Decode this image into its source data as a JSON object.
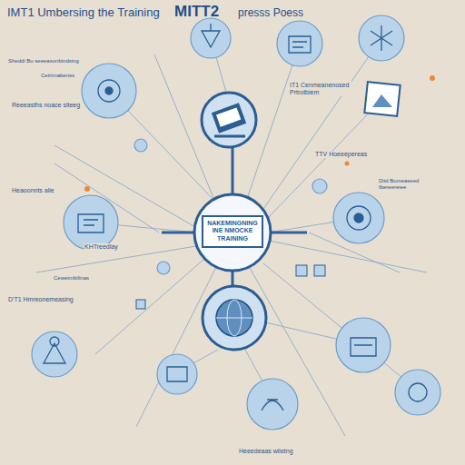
{
  "diagram": {
    "title": "IMT1 Umbersing the Training",
    "nodes": [
      {
        "text": [
          "NAKEMINGNING INE NMOCKE TRAINING"
        ]
      }
    ],
    "labels": [
      "MITT2",
      "presss Poess",
      "Sheddi Bu seeeasonbindsing",
      "Cetrimabenss",
      "Reeeasths noace siteeg",
      "IT1 Cenmeanenosed Prtrotbiem",
      "TTV Hoeeepereas",
      "Ditd Bomeaseed Ibereereiee",
      "Heaoonnts alie",
      "KHTreedlay",
      "Cewetmbilinas",
      "D'T1 Hmreonemeasing",
      "Heeedeaas wiietng"
    ]
  }
}
